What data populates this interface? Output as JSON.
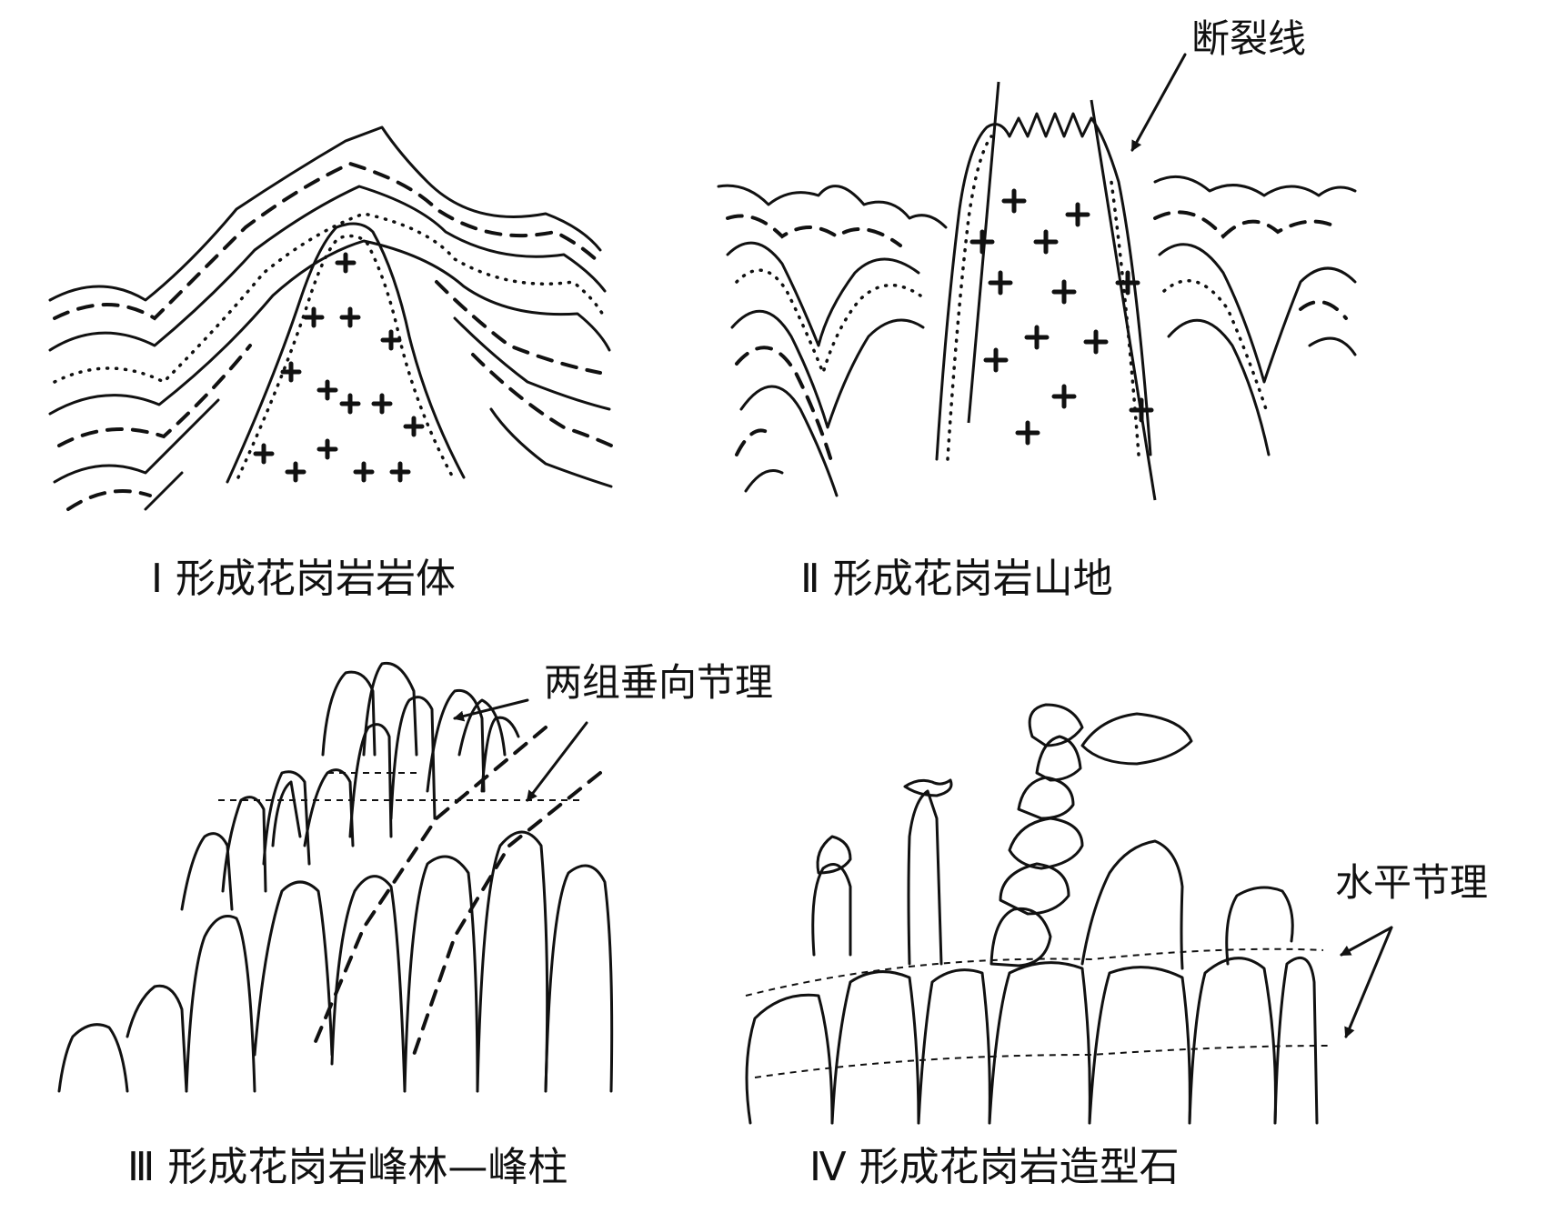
{
  "panels": [
    {
      "id": "I",
      "label": "Ⅰ 形成花岗岩岩体"
    },
    {
      "id": "II",
      "label": "Ⅱ 形成花岗岩山地"
    },
    {
      "id": "III",
      "label": "Ⅲ 形成花岗岩峰林—峰柱"
    },
    {
      "id": "IV",
      "label": "Ⅳ 形成花岗岩造型石"
    }
  ],
  "annotations": {
    "fault_line": "断裂线",
    "vertical_joints": "两组垂向节理",
    "horizontal_joints": "水平节理"
  }
}
